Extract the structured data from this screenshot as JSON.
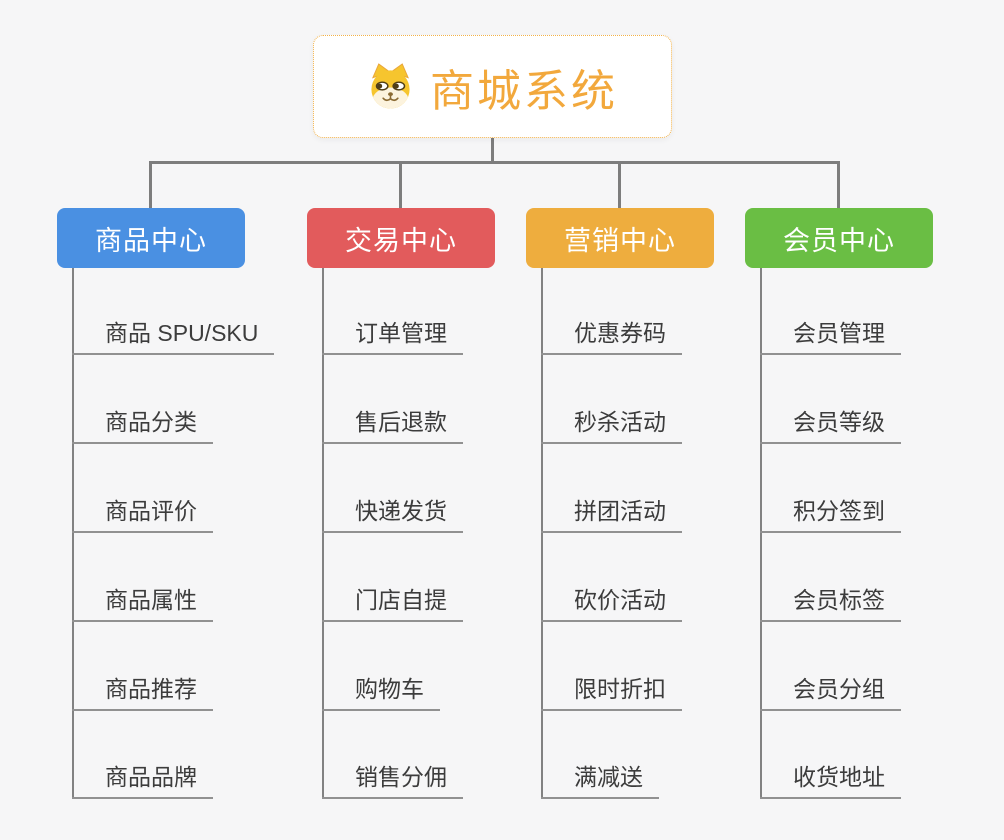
{
  "root": {
    "title": "商城系统",
    "icon": "dog-face-icon",
    "title_color": "#f2a83c",
    "border_color": "#f3b249"
  },
  "branches": [
    {
      "label": "商品中心",
      "color": "#4a90e2",
      "children": [
        "商品 SPU/SKU",
        "商品分类",
        "商品评价",
        "商品属性",
        "商品推荐",
        "商品品牌"
      ]
    },
    {
      "label": "交易中心",
      "color": "#e25b5c",
      "children": [
        "订单管理",
        "售后退款",
        "快递发货",
        "门店自提",
        "购物车",
        "销售分佣"
      ]
    },
    {
      "label": "营销中心",
      "color": "#eead3e",
      "children": [
        "优惠券码",
        "秒杀活动",
        "拼团活动",
        "砍价活动",
        "限时折扣",
        "满减送"
      ]
    },
    {
      "label": "会员中心",
      "color": "#6abe44",
      "children": [
        "会员管理",
        "会员等级",
        "积分签到",
        "会员标签",
        "会员分组",
        "收货地址"
      ]
    }
  ],
  "colors": {
    "background": "#f6f6f7",
    "connector": "#7d7d7d",
    "underline": "#919191",
    "leaf_text": "#3c3c3c"
  }
}
